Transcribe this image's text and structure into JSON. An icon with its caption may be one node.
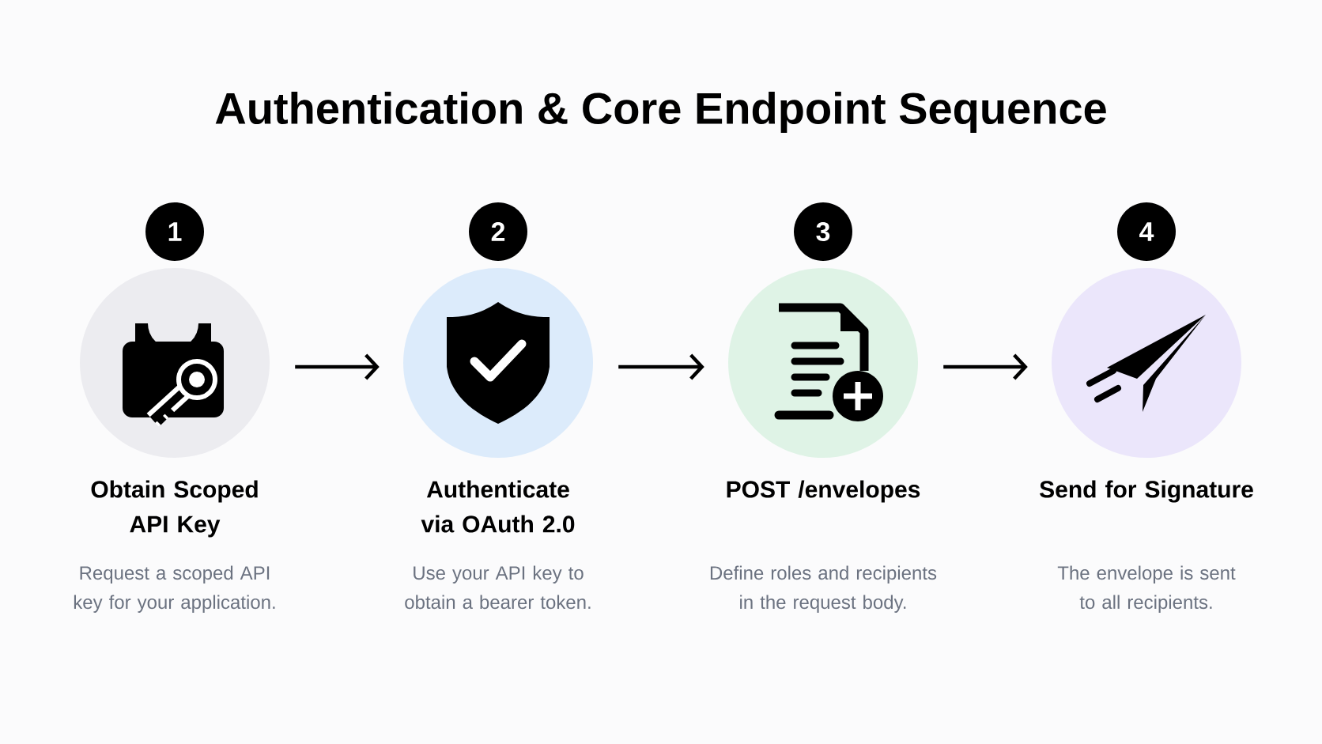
{
  "diagram": {
    "title": "Authentication & Core Endpoint Sequence",
    "nodes": [
      {
        "text": [
          "Obtain Scoped API Key",
          "Request a scoped API key for your application."
        ],
        "beside": [
          "1"
        ]
      },
      {
        "text": [
          "Authenticate via OAuth 2.0",
          "Use your API key to obtain a bearer token."
        ],
        "beside": [
          "2"
        ]
      },
      {
        "text": [
          "POST /envelopes",
          "Define roles and recipients in the request body."
        ],
        "beside": [
          "3"
        ]
      },
      {
        "text": [
          "Send for Signature",
          "The envelope is sent to all recipients."
        ],
        "beside": [
          "4"
        ]
      }
    ],
    "edges": [
      {
        "from": 0,
        "to": 1,
        "arrow": "to"
      },
      {
        "from": 1,
        "to": 2,
        "arrow": "to"
      },
      {
        "from": 2,
        "to": 3,
        "arrow": "to"
      }
    ]
  }
}
